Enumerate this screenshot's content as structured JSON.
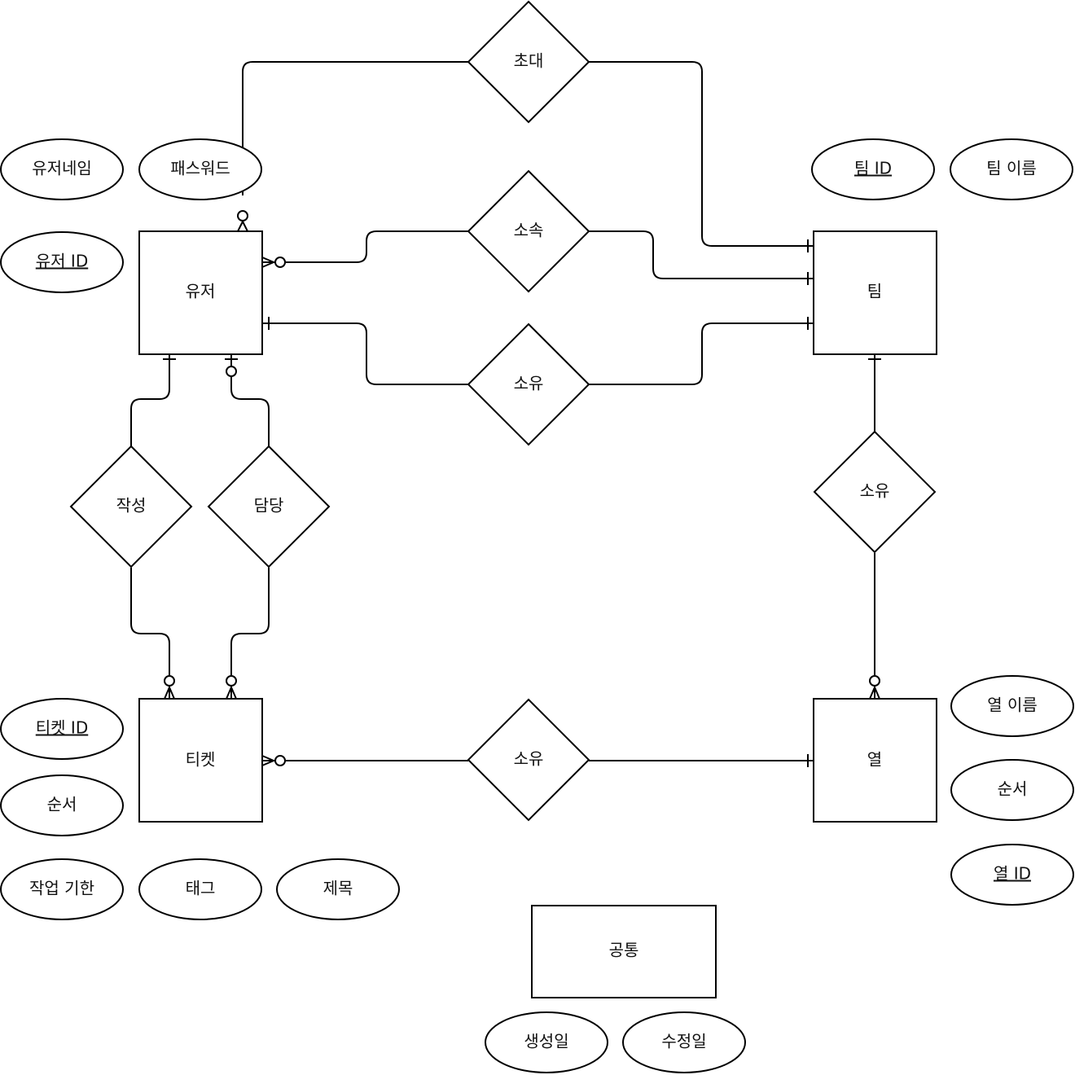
{
  "entities": {
    "user": "유저",
    "team": "팀",
    "ticket": "티켓",
    "column": "열",
    "common": "공통"
  },
  "relationships": {
    "invite": "초대",
    "belong": "소속",
    "own_team": "소유",
    "write": "작성",
    "assign": "담당",
    "own_column": "소유",
    "own_ticket": "소유"
  },
  "attributes": {
    "user_name": "유저네임",
    "password": "패스워드",
    "user_id": "유저 ID",
    "team_id": "팀 ID",
    "team_name": "팀 이름",
    "ticket_id": "티켓 ID",
    "ticket_order": "순서",
    "deadline": "작업 기한",
    "tag": "태그",
    "title": "제목",
    "column_name": "열 이름",
    "column_order": "순서",
    "column_id": "열 ID",
    "created_at": "생성일",
    "updated_at": "수정일"
  }
}
